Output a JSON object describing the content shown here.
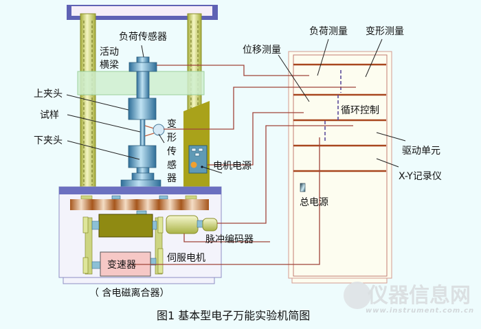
{
  "figure": {
    "caption": "图1  基本型电子万能实验机简图",
    "watermark_logo_text": "仪器信息网",
    "watermark_url": "www.instrument.com.cn"
  },
  "machine_labels": {
    "load_cell": "负荷传感器",
    "crosshead_line1": "活动",
    "crosshead_line2": "横梁",
    "upper_grip": "上夹头",
    "specimen": "试样",
    "lower_grip": "下夹头",
    "extensometer_chars": [
      "变",
      "形",
      "传",
      "感",
      "器"
    ],
    "motor_power": "电机电源",
    "pulse_encoder": "脉冲编码器",
    "servo_motor": "伺服电机",
    "gearbox": "变速器",
    "clutch_note": "（ 含电磁离合器）"
  },
  "cabinet_labels": {
    "load_measurement": "负荷测量",
    "deformation_measurement": "变形测量",
    "displacement_measurement": "位移测量",
    "cycle_control": "循环控制",
    "drive_unit": "驱动单元",
    "xy_recorder": "X-Y记录仪",
    "main_power": "总电源"
  },
  "colors": {
    "background": "#eefcfd",
    "frame_blue": "#5f62b4",
    "column_yellow": "#c8cf6a",
    "crosshead_green": "#cfeecf",
    "grip_blue": "#4f8fb6",
    "wire": "#a0443a",
    "shelf": "#a8461e",
    "base_fill": "#f3f3fb",
    "motor_olive": "#8f8a12",
    "gearbox_pink": "#f6c8c6",
    "cabinet_fill": "#fdfdf0",
    "dash_purple": "#5a4a9a"
  }
}
